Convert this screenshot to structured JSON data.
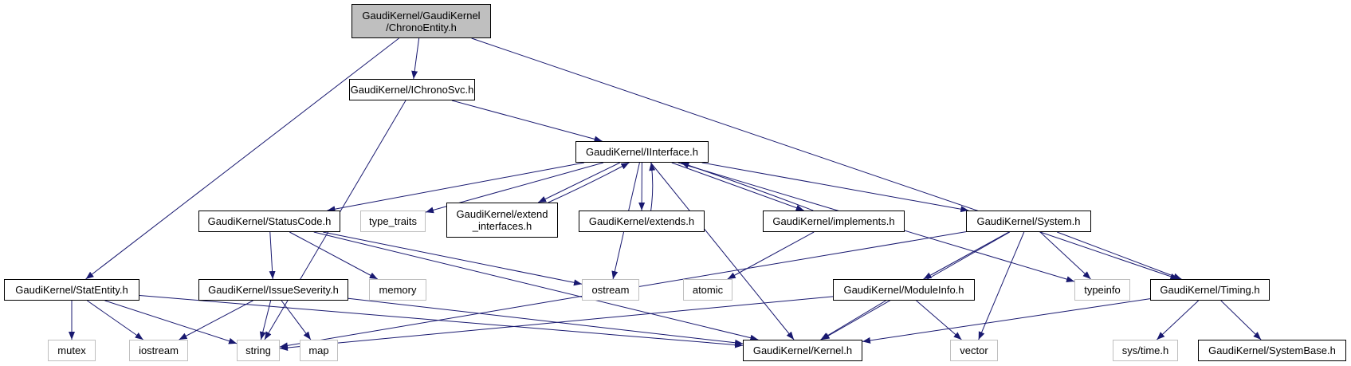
{
  "title": "Include dependency graph for GaudiKernel/ChronoEntity.h",
  "colors": {
    "edge": "#191970",
    "root_fill": "#bfbfbf",
    "project_border": "#000000",
    "system_border": "#bfbfbf"
  },
  "nodes": [
    {
      "id": "chronoentity",
      "label": "GaudiKernel/GaudiKernel\n/ChronoEntity.h",
      "kind": "root"
    },
    {
      "id": "ichronosvc",
      "label": "GaudiKernel/IChronoSvc.h",
      "kind": "project"
    },
    {
      "id": "iinterface",
      "label": "GaudiKernel/IInterface.h",
      "kind": "project"
    },
    {
      "id": "statuscode",
      "label": "GaudiKernel/StatusCode.h",
      "kind": "project"
    },
    {
      "id": "type_traits",
      "label": "type_traits",
      "kind": "system"
    },
    {
      "id": "extend_interfaces",
      "label": "GaudiKernel/extend\n_interfaces.h",
      "kind": "project"
    },
    {
      "id": "extends",
      "label": "GaudiKernel/extends.h",
      "kind": "project"
    },
    {
      "id": "implements",
      "label": "GaudiKernel/implements.h",
      "kind": "project"
    },
    {
      "id": "system",
      "label": "GaudiKernel/System.h",
      "kind": "project"
    },
    {
      "id": "statentity",
      "label": "GaudiKernel/StatEntity.h",
      "kind": "project"
    },
    {
      "id": "issueseverity",
      "label": "GaudiKernel/IssueSeverity.h",
      "kind": "project"
    },
    {
      "id": "memory",
      "label": "memory",
      "kind": "system"
    },
    {
      "id": "ostream",
      "label": "ostream",
      "kind": "system"
    },
    {
      "id": "atomic",
      "label": "atomic",
      "kind": "system"
    },
    {
      "id": "moduleinfo",
      "label": "GaudiKernel/ModuleInfo.h",
      "kind": "project"
    },
    {
      "id": "typeinfo",
      "label": "typeinfo",
      "kind": "system"
    },
    {
      "id": "timing",
      "label": "GaudiKernel/Timing.h",
      "kind": "project"
    },
    {
      "id": "mutex",
      "label": "mutex",
      "kind": "system"
    },
    {
      "id": "iostream",
      "label": "iostream",
      "kind": "system"
    },
    {
      "id": "string",
      "label": "string",
      "kind": "system"
    },
    {
      "id": "map",
      "label": "map",
      "kind": "system"
    },
    {
      "id": "kernel",
      "label": "GaudiKernel/Kernel.h",
      "kind": "project"
    },
    {
      "id": "vector",
      "label": "vector",
      "kind": "system"
    },
    {
      "id": "systime",
      "label": "sys/time.h",
      "kind": "system"
    },
    {
      "id": "systembase",
      "label": "GaudiKernel/SystemBase.h",
      "kind": "project"
    }
  ],
  "edges": [
    [
      "chronoentity",
      "ichronosvc"
    ],
    [
      "chronoentity",
      "statentity"
    ],
    [
      "chronoentity",
      "timing"
    ],
    [
      "ichronosvc",
      "iinterface"
    ],
    [
      "ichronosvc",
      "string"
    ],
    [
      "iinterface",
      "statuscode"
    ],
    [
      "iinterface",
      "type_traits"
    ],
    [
      "iinterface",
      "extend_interfaces"
    ],
    [
      "iinterface",
      "extends"
    ],
    [
      "iinterface",
      "implements"
    ],
    [
      "iinterface",
      "system"
    ],
    [
      "iinterface",
      "ostream"
    ],
    [
      "iinterface",
      "typeinfo"
    ],
    [
      "iinterface",
      "kernel"
    ],
    [
      "extend_interfaces",
      "iinterface"
    ],
    [
      "extends",
      "iinterface"
    ],
    [
      "implements",
      "iinterface"
    ],
    [
      "implements",
      "atomic"
    ],
    [
      "statuscode",
      "issueseverity"
    ],
    [
      "statuscode",
      "memory"
    ],
    [
      "statuscode",
      "ostream"
    ],
    [
      "statuscode",
      "kernel"
    ],
    [
      "issueseverity",
      "iostream"
    ],
    [
      "issueseverity",
      "string"
    ],
    [
      "issueseverity",
      "map"
    ],
    [
      "issueseverity",
      "kernel"
    ],
    [
      "system",
      "moduleinfo"
    ],
    [
      "system",
      "kernel"
    ],
    [
      "system",
      "vector"
    ],
    [
      "system",
      "typeinfo"
    ],
    [
      "system",
      "timing"
    ],
    [
      "system",
      "string"
    ],
    [
      "moduleinfo",
      "string"
    ],
    [
      "moduleinfo",
      "kernel"
    ],
    [
      "moduleinfo",
      "vector"
    ],
    [
      "timing",
      "kernel"
    ],
    [
      "timing",
      "systime"
    ],
    [
      "timing",
      "systembase"
    ],
    [
      "statentity",
      "mutex"
    ],
    [
      "statentity",
      "iostream"
    ],
    [
      "statentity",
      "string"
    ],
    [
      "statentity",
      "kernel"
    ]
  ]
}
